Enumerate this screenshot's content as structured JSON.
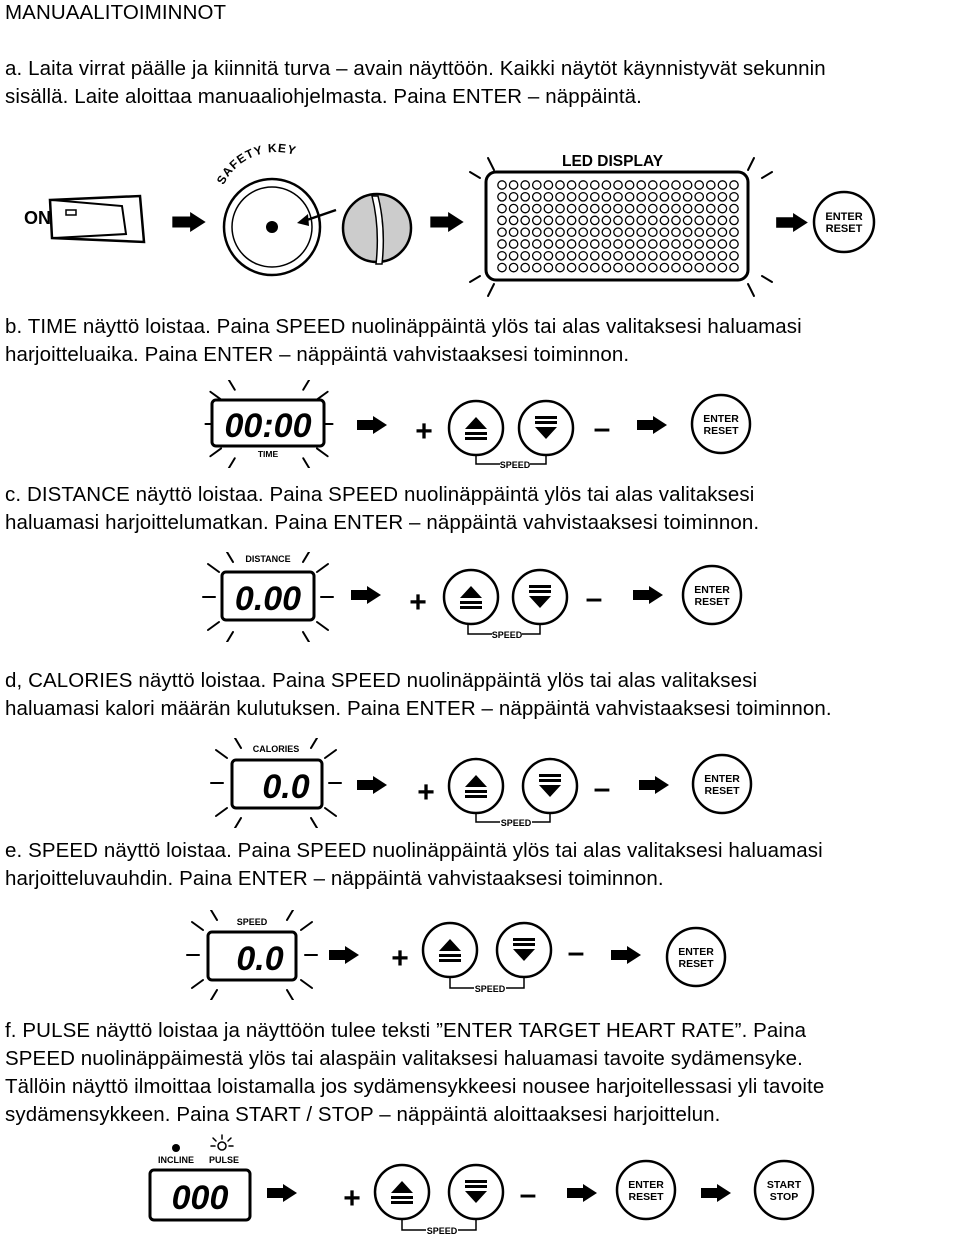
{
  "title": "MANUAALITOIMINNOT",
  "sections": {
    "a": {
      "lines": [
        "a. Laita virrat päälle ja kiinnitä turva – avain näyttöön. Kaikki näytöt käynnistyvät sekunnin",
        "sisällä. Laite aloittaa manuaaliohjelmasta. Paina ENTER – näppäintä."
      ]
    },
    "b": {
      "lines": [
        "b. TIME näyttö loistaa. Paina SPEED nuolinäppäintä ylös tai alas valitaksesi haluamasi",
        "harjoitteluaika. Paina ENTER – näppäintä vahvistaaksesi toiminnon."
      ]
    },
    "c": {
      "lines": [
        "c. DISTANCE näyttö loistaa. Paina SPEED nuolinäppäintä ylös tai alas valitaksesi",
        "haluamasi harjoittelumatkan. Paina ENTER – näppäintä vahvistaaksesi toiminnon."
      ]
    },
    "d": {
      "lines": [
        "d, CALORIES näyttö loistaa. Paina SPEED nuolinäppäintä ylös tai alas valitaksesi",
        "haluamasi kalori määrän kulutuksen. Paina ENTER – näppäintä vahvistaaksesi toiminnon."
      ]
    },
    "e": {
      "lines": [
        "e. SPEED näyttö loistaa. Paina SPEED nuolinäppäintä ylös tai alas valitaksesi haluamasi",
        "harjoitteluvauhdin. Paina ENTER – näppäintä vahvistaaksesi toiminnon."
      ]
    },
    "f": {
      "lines": [
        "f. PULSE näyttö loistaa ja näyttöön tulee teksti ”ENTER TARGET HEART RATE”. Paina",
        "SPEED nuolinäppäimestä ylös tai alaspäin valitaksesi haluamasi tavoite sydämensyke.",
        "Tällöin näyttö ilmoittaa loistamalla jos sydämensykkeesi nousee harjoitellessasi yli tavoite",
        "sydämensykkeen. Paina START / STOP – näppäintä aloittaaksesi harjoittelun."
      ]
    }
  },
  "figures": {
    "a": {
      "switch_label": "ON",
      "key_label": "SAFETY KEY",
      "display_label": "LED DISPLAY",
      "enter_l1": "ENTER",
      "enter_l2": "RESET"
    },
    "b": {
      "readout": "00:00",
      "label": "TIME",
      "plus": "+",
      "minus": "–",
      "speed": "SPEED",
      "enter_l1": "ENTER",
      "enter_l2": "RESET"
    },
    "c": {
      "readout": "0.00",
      "label": "DISTANCE",
      "plus": "+",
      "minus": "–",
      "speed": "SPEED",
      "enter_l1": "ENTER",
      "enter_l2": "RESET"
    },
    "d": {
      "readout": "0.0",
      "label": "CALORIES",
      "plus": "+",
      "minus": "–",
      "speed": "SPEED",
      "enter_l1": "ENTER",
      "enter_l2": "RESET"
    },
    "e": {
      "readout": "0.0",
      "label": "SPEED",
      "plus": "+",
      "minus": "–",
      "speed": "SPEED",
      "enter_l1": "ENTER",
      "enter_l2": "RESET"
    },
    "f": {
      "readout": "000",
      "label_incline": "INCLINE",
      "label_pulse": "PULSE",
      "plus": "+",
      "minus": "–",
      "speed": "SPEED",
      "enter_l1": "ENTER",
      "enter_l2": "RESET",
      "start_l1": "START",
      "start_l2": "STOP"
    }
  }
}
